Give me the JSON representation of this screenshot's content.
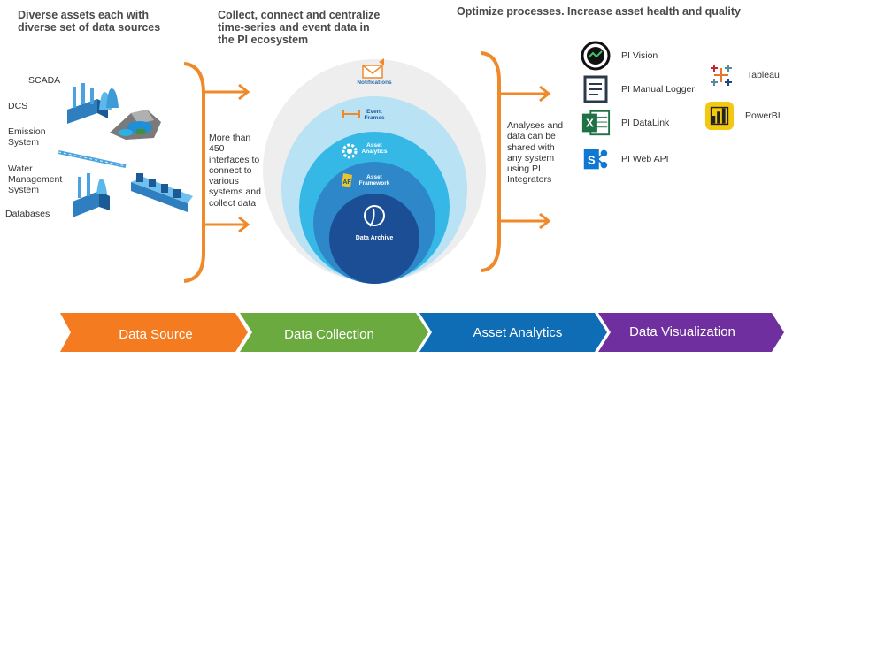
{
  "headings": {
    "sources": "Diverse assets each with diverse set of data sources",
    "collect": "Collect,  connect and centralize time-series and event data in the PI ecosystem",
    "optimize": "Optimize processes. Increase asset health and quality"
  },
  "sources": [
    "SCADA",
    "DCS",
    "Emission System",
    "Water Management System",
    "Databases"
  ],
  "interfaces_text": "More than 450 interfaces to connect to various systems and collect data",
  "integrators_text": "Analyses and data can be shared with any system using PI Integrators",
  "rings": {
    "notifications": "Notifications",
    "event_frames": "Event Frames",
    "asset_analytics": "Asset Analytics",
    "asset_framework": "Asset Framework",
    "data_archive": "Data Archive"
  },
  "tools_left": [
    "PI Vision",
    "PI Manual Logger",
    "PI DataLink",
    "PI Web API"
  ],
  "tools_right": [
    "Tableau",
    "PowerBI"
  ],
  "pipeline": [
    {
      "label": "Data Source",
      "color": "#f47b20"
    },
    {
      "label": "Data Collection",
      "color": "#6aaa3f"
    },
    {
      "label": "Asset Analytics",
      "color": "#0e6db5"
    },
    {
      "label": "Data Visualization",
      "color": "#6f2f9f"
    }
  ],
  "colors": {
    "arrow": "#f0892a",
    "ring_outer": "#eeeeee",
    "ring_event": "#b9e2f4",
    "ring_analytics": "#36b8e6",
    "ring_framework": "#2d87c8",
    "ring_archive": "#1b4e95"
  }
}
